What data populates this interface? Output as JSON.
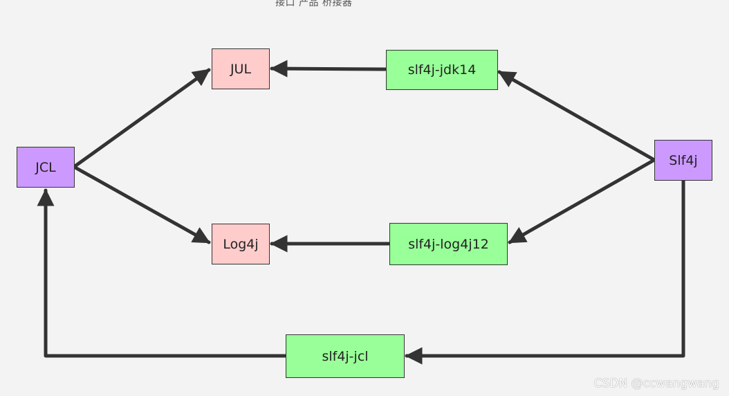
{
  "top_fragment": "接口    产品    桥接器",
  "nodes": {
    "jcl": "JCL",
    "jul": "JUL",
    "log4j": "Log4j",
    "slf4j": "Slf4j",
    "slf4j_jdk14": "slf4j-jdk14",
    "slf4j_log4j12": "slf4j-log4j12",
    "slf4j_jcl": "slf4j-jcl"
  },
  "watermark": "CSDN @ccwangwang",
  "colors": {
    "interface": "#cc99ff",
    "implementation": "#ffcccc",
    "bridge": "#99ff99",
    "line": "#333333"
  }
}
